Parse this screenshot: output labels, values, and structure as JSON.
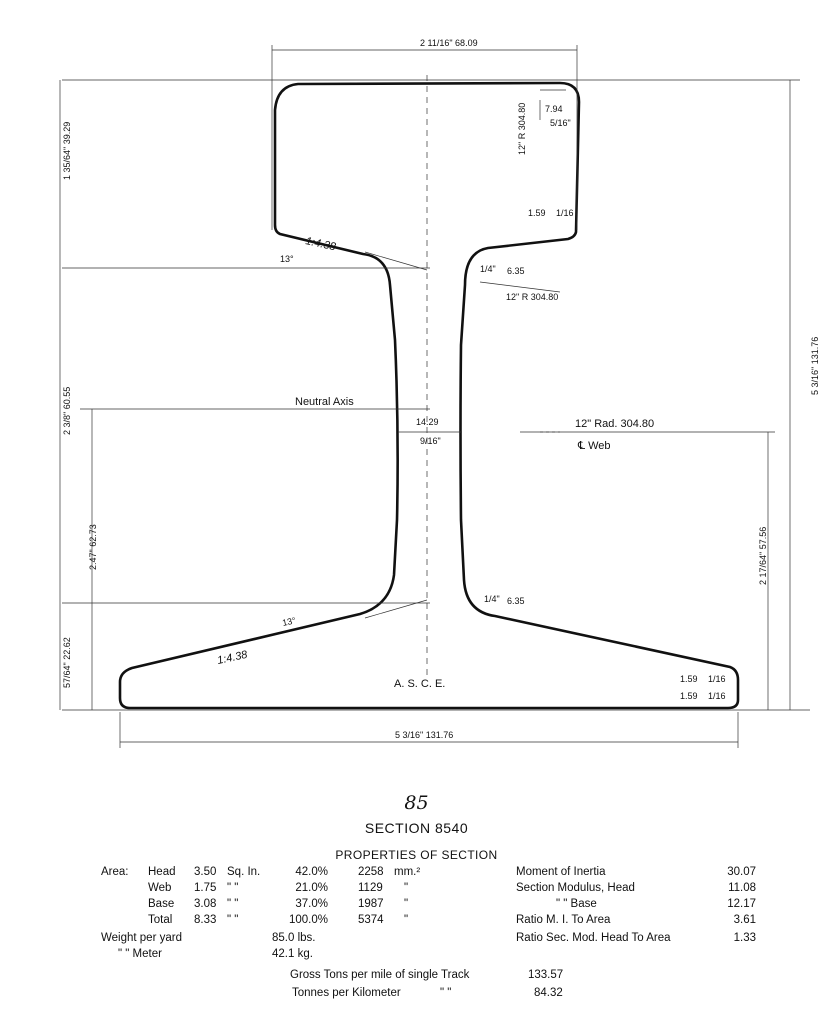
{
  "drawing": {
    "top_width_label": "2 11/16\" 68.09",
    "head_height_label": "1 35/64\" 39.29",
    "web_radius_label": "12\" R 304.80",
    "corner_label": "7.94",
    "corner_fraction": "5/16\"",
    "side_159_label": "1.59",
    "side_159_fraction": "1/16",
    "head_taper_label": "1:4.38",
    "head_taper_marker": "13°",
    "fillet_label": "6.35",
    "fillet_fraction": "1/4\"",
    "fillet_radius_label": "12\" R 304.80",
    "total_height_label": "5 3/16\" 131.76",
    "neutral_axis": "Neutral Axis",
    "web_thickness": "14.29",
    "web_thickness_fraction": "9/16\"",
    "center_rad": "12\" Rad. 304.80",
    "center_web": "℄ Web",
    "neutral_height_label": "2 3/8\" 60.55",
    "lower_height_label": "2.47\" 62.73",
    "base_height_label": "57/64\" 22.62",
    "right_lower_label": "2 17/64\" 57.56",
    "base_fillet": "6.35",
    "base_fillet_fraction": "1/4\"",
    "base_taper_marker": "13°",
    "base_taper_label": "1:4.38",
    "standard": "A. S. C. E.",
    "toe_top": "1.59",
    "toe_top_fraction": "1/16",
    "toe_bottom": "1.59",
    "toe_bottom_fraction": "1/16",
    "base_width_label": "5 3/16\" 131.76"
  },
  "page_number": "85",
  "section_title": "SECTION 8540",
  "properties_title": "PROPERTIES OF SECTION",
  "area": {
    "label": "Area:",
    "rows": [
      {
        "part": "Head",
        "sq": "3.50",
        "unit": "Sq. In.",
        "pct": "42.0%",
        "mm": "2258",
        "mm_unit": "mm.²"
      },
      {
        "part": "Web",
        "sq": "1.75",
        "unit": "\"      \"",
        "pct": "21.0%",
        "mm": "1129",
        "mm_unit": "\""
      },
      {
        "part": "Base",
        "sq": "3.08",
        "unit": "\"      \"",
        "pct": "37.0%",
        "mm": "1987",
        "mm_unit": "\""
      },
      {
        "part": "Total",
        "sq": "8.33",
        "unit": "\"      \"",
        "pct": "100.0%",
        "mm": "5374",
        "mm_unit": "\""
      }
    ]
  },
  "weight_yard_label": "Weight per yard",
  "weight_yard_value": "85.0 lbs.",
  "weight_meter_label": "\"      \"  Meter",
  "weight_meter_value": "42.1 kg.",
  "right_props": [
    {
      "label": "Moment of Inertia",
      "value": "30.07"
    },
    {
      "label": "Section Modulus, Head",
      "value": "11.08"
    },
    {
      "label": "\"          \"     Base",
      "value": "12.17"
    },
    {
      "label": "Ratio M. I. To Area",
      "value": "3.61"
    },
    {
      "label": "Ratio Sec. Mod. Head To Area",
      "value": "1.33"
    }
  ],
  "gross_tons_label": "Gross Tons per mile of single Track",
  "gross_tons_value": "133.57",
  "tonnes_label": "Tonnes per Kilometer",
  "tonnes_ditto": "\"         \"",
  "tonnes_value": "84.32"
}
